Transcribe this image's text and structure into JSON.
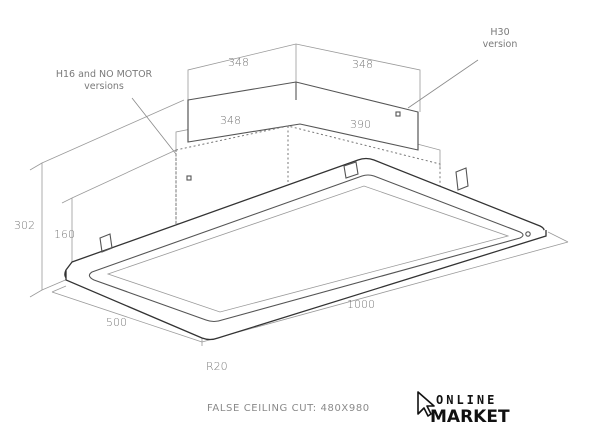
{
  "dimensions": {
    "top_left_348": "348",
    "top_right_348": "348",
    "inner_348": "348",
    "inner_390": "390",
    "height_302": "302",
    "height_160": "160",
    "length_1000": "1000",
    "width_500": "500",
    "radius": "R20"
  },
  "notes": {
    "h30_line1": "H30",
    "h30_line2": "version",
    "h16_line1": "H16 and NO MOTOR",
    "h16_line2": "versions"
  },
  "caption": "FALSE CEILING CUT: 480X980",
  "logo": {
    "top": "ONLINE",
    "bottom": "MARKET"
  }
}
